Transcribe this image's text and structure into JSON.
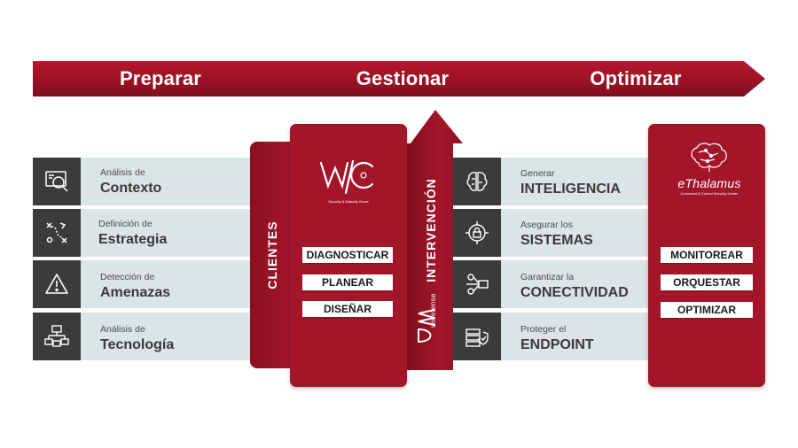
{
  "stages": [
    "Preparar",
    "Gestionar",
    "Optimizar"
  ],
  "left_rows": [
    {
      "small": "Análisis de",
      "big": "Contexto",
      "icon": "context-analysis-icon"
    },
    {
      "small": "Definición de",
      "big": "Estrategia",
      "icon": "strategy-icon"
    },
    {
      "small": "Detección de",
      "big": "Amenazas",
      "icon": "warning-icon"
    },
    {
      "small": "Análisis de",
      "big": "Tecnología",
      "icon": "technology-icon"
    }
  ],
  "right_rows": [
    {
      "small": "Generar",
      "big": "INTELIGENCIA",
      "icon": "brain-chip-icon"
    },
    {
      "small": "Asegurar los",
      "big": "SISTEMAS",
      "icon": "secure-system-icon"
    },
    {
      "small": "Garantizar la",
      "big": "CONECTIVIDAD",
      "icon": "network-icon"
    },
    {
      "small": "Proteger el",
      "big": "ENDPOINT",
      "icon": "endpoint-shield-icon"
    }
  ],
  "clientes": "CLIENTES",
  "intervencion": "INTERVENCIÓN",
  "wsc": {
    "subtitle": "Security & Maturity Grove",
    "buttons": [
      "DIAGNOSTICAR",
      "PLANEAR",
      "DISEÑAR"
    ]
  },
  "widefense": {
    "logo_text": "widefense"
  },
  "ethalamus": {
    "name": "eThalamus",
    "subtitle": "Command & Control Security Center",
    "buttons": [
      "MONITOREAR",
      "ORQUESTAR",
      "OPTIMIZAR"
    ]
  },
  "colors": {
    "brand_red": "#9a1224",
    "dark_tile": "#3b3b3b",
    "band": "#dbe4e6"
  }
}
